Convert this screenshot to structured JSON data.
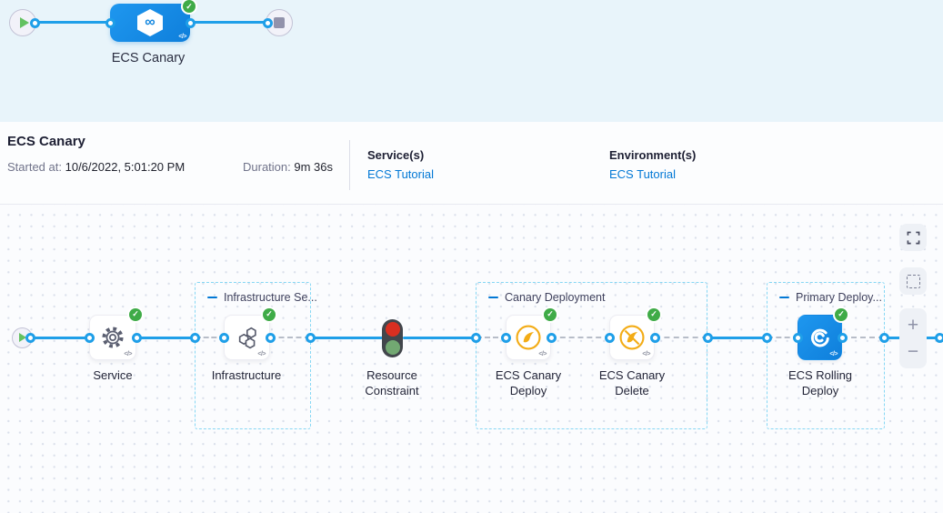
{
  "icons": {
    "infinity_glyph": "∞",
    "check_glyph": "✓",
    "code_glyph": "</>"
  },
  "top_graph": {
    "node_label": "ECS Canary"
  },
  "info_bar": {
    "title": "ECS Canary",
    "started_label": "Started at:",
    "started_value": "10/6/2022, 5:01:20 PM",
    "duration_label": "Duration:",
    "duration_value": "9m 36s",
    "services_label": "Service(s)",
    "services_value": "ECS Tutorial",
    "environments_label": "Environment(s)",
    "environments_value": "ECS Tutorial"
  },
  "canvas": {
    "groups": [
      {
        "label": "Infrastructure Se..."
      },
      {
        "label": "Canary Deployment"
      },
      {
        "label": "Primary Deploy..."
      }
    ],
    "nodes": {
      "service": {
        "label": "Service"
      },
      "infrastructure": {
        "label": "Infrastructure"
      },
      "resource_constraint": {
        "label": "Resource Constraint"
      },
      "ecs_canary_deploy": {
        "label": "ECS Canary Deploy"
      },
      "ecs_canary_delete": {
        "label": "ECS Canary Delete"
      },
      "ecs_rolling_deploy": {
        "label": "ECS Rolling Deploy"
      }
    },
    "controls": {
      "zoom_in": "+",
      "zoom_out": "−"
    }
  },
  "colors": {
    "accent_blue": "#1f9fe8",
    "link_blue": "#0278d5",
    "success_green": "#3fab47",
    "canary_amber": "#f3ac16",
    "node_blue": "#1482e0",
    "top_bg": "#e8f4fa"
  }
}
